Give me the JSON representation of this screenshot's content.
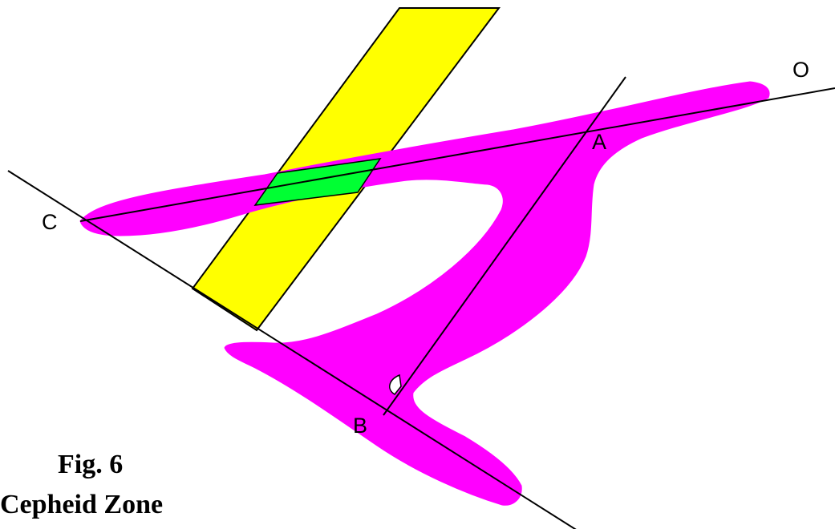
{
  "figure": {
    "caption_line1": "Fig. 6",
    "caption_line2": "Cepheid Zone"
  },
  "points": {
    "O": "O",
    "A": "A",
    "B": "B",
    "C": "C"
  },
  "colors": {
    "loop_fill": "#ff00ff",
    "strip_fill": "#ffff00",
    "overlap_fill": "#00ff33",
    "line": "#000000",
    "background": "#ffffff"
  }
}
